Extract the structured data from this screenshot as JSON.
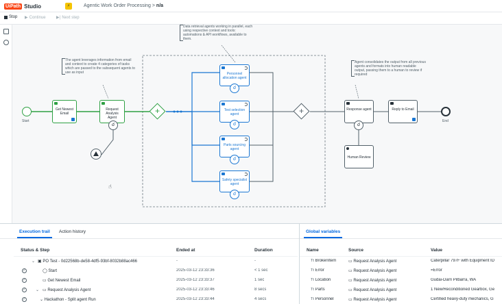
{
  "app": {
    "brand_box": "Ui",
    "brand_path": "Path",
    "brand_studio": "Studio",
    "project_badge": "⚡",
    "breadcrumb": [
      "Agentic Work Order Processing",
      "n/a"
    ],
    "breadcrumb_sep": ">"
  },
  "toolbar": {
    "stop_label": "Stop",
    "continue_label": "Continue",
    "next_step_label": "Next step"
  },
  "diagram": {
    "start_label": "Start",
    "end_label": "End",
    "nodes": {
      "get_newest_email": "Get Newest Email",
      "request_analysis": "Request Analysis Agent",
      "personnel_allocation": "Personnel allocation agent",
      "test_selection": "Test selection agent",
      "parts_sourcing": "Parts sourcing agent",
      "safety_specialist": "Safety specialist agent",
      "response_agent": "Response agent",
      "reply_to_email": "Reply to Email",
      "human_review": "Human Review"
    },
    "notes": {
      "request_note": "The agent leverages information from email and context to create 4 categories of tasks which are passed to the subsequent agents to use as input",
      "parallel_note": "Data retrieval agents working in parallel, each using respective context and tools: automations & API workflows, available to them.",
      "response_note": "Agent consolidates the output from all previous agents and formats into human readable output, passing them to a human to review if required"
    }
  },
  "execution_panel": {
    "tabs": [
      "Execution trail",
      "Action history"
    ],
    "active_tab": "Execution trail",
    "columns": [
      "Status & Step",
      "Ended at",
      "Duration"
    ],
    "rows": [
      {
        "step": "PO Test - 0d22568b-de58-4df5-93bf-8032b88ac466",
        "ended": "-",
        "duration": "-"
      },
      {
        "step": "Start",
        "ended": "2025-03-12 23:33:36",
        "duration": "< 1 sec"
      },
      {
        "step": "Get Newest Email",
        "ended": "2025-03-12 23:33:37",
        "duration": "1 sec"
      },
      {
        "step": "Request Analysis Agent",
        "ended": "2025-03-12 23:33:46",
        "duration": "8 secs"
      },
      {
        "step": "Hackathon - Split agent Run",
        "ended": "2025-03-12 23:33:44",
        "duration": "4 secs"
      }
    ]
  },
  "variables_panel": {
    "tabs": [
      "Global variables"
    ],
    "columns": [
      "Name",
      "Source",
      "Value"
    ],
    "type_prefix": "Tt",
    "rows": [
      {
        "name": "BrokenItem",
        "source": "Request Analysis Agent",
        "value": "Caterpillar 797F with Equipment ID"
      },
      {
        "name": "Error",
        "source": "Request Analysis Agent",
        "value": "=Error"
      },
      {
        "name": "Location",
        "source": "Request Analysis Agent",
        "value": "Gudai-Darri Pilbarra, WA"
      },
      {
        "name": "Parts",
        "source": "Request Analysis Agent",
        "value": "1 New/Reconditioned Gearbox, Ge"
      },
      {
        "name": "Personnel",
        "source": "Request Analysis Agent",
        "value": "Certified heavy-duty mechanics, G"
      }
    ]
  },
  "colors": {
    "brand": "#fa4616",
    "green": "#2ea043",
    "blue": "#1976d2",
    "accent": "#0067df"
  }
}
